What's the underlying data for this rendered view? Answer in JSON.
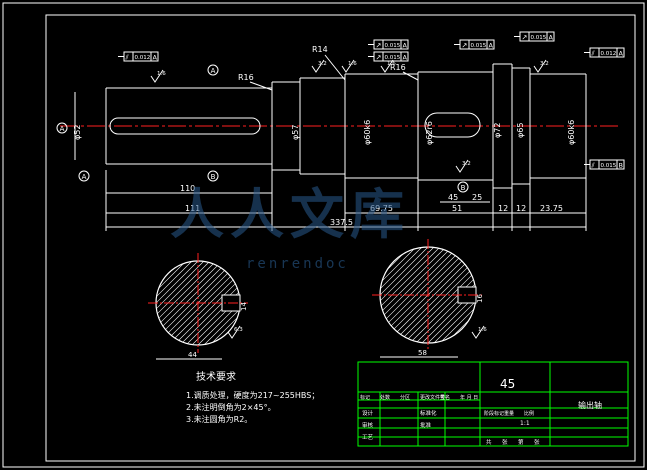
{
  "watermark": {
    "text": "人人文库",
    "subtext": "renrendoc"
  },
  "colors": {
    "background": "#000000",
    "outline": "#ffffff",
    "centerline": "#ff2020",
    "frame": "#ffffff",
    "table": "#00ff00",
    "dimension": "#ffffff",
    "hatch": "#ffffff",
    "watermark": "#2a5a8c"
  },
  "dimensions": {
    "d_left": "φ52",
    "d_57": "φ57",
    "d_60": "φ60k6",
    "d_62": "φ62r6",
    "d_72": "φ72",
    "d_65": "φ65",
    "d_60b": "φ60k6",
    "len_110": "110",
    "len_111": "111",
    "len_total": "337.5",
    "len_69": "69.75",
    "len_51": "51",
    "len_12a": "12",
    "len_12b": "12",
    "len_23": "23.75",
    "len_45": "45",
    "len_25": "25",
    "r14": "R14",
    "r16a": "R16",
    "r16b": "R16",
    "sec1_width": "14",
    "sec1_depth": "44",
    "sec2_width": "16",
    "sec2_depth": "58"
  },
  "tolerance_frames": [
    {
      "symbol": "⫽",
      "value": "0.012",
      "datum": "A"
    },
    {
      "symbol": "↗",
      "value": "0.015",
      "datum": "A"
    },
    {
      "symbol": "↗",
      "value": "0.015",
      "datum": "A"
    },
    {
      "symbol": "↗",
      "value": "0.015",
      "datum": "A"
    },
    {
      "symbol": "↗",
      "value": "0.015",
      "datum": "A"
    },
    {
      "symbol": "⫽",
      "value": "0.012",
      "datum": "A"
    },
    {
      "symbol": "⫽",
      "value": "0.015",
      "datum": "B"
    }
  ],
  "datum_labels": [
    "A",
    "A",
    "A",
    "B",
    "B"
  ],
  "roughness": [
    "1.6",
    "3.2",
    "1.6",
    "1.6",
    "3.2",
    "3.2",
    "6.3",
    "1.6"
  ],
  "tech_req": {
    "title": "技术要求",
    "lines": [
      "1.调质处理，硬度为217~255HBS；",
      "2.未注明倒角为2×45°。",
      "3.未注圆角为R2。"
    ]
  },
  "title_block": {
    "material": "45",
    "part_name": "输出轴",
    "scale": "1:1",
    "labels_left": [
      "标记",
      "处数",
      "分区",
      "更改文件号",
      "签名",
      "年 月 日"
    ],
    "labels_rows": [
      "设计",
      "审核",
      "工艺"
    ],
    "labels_mid": [
      "标准化",
      "批准"
    ],
    "labels_right": [
      "阶段标记",
      "重量",
      "比例"
    ],
    "labels_bottom": [
      "共",
      "张",
      "第",
      "张"
    ]
  }
}
